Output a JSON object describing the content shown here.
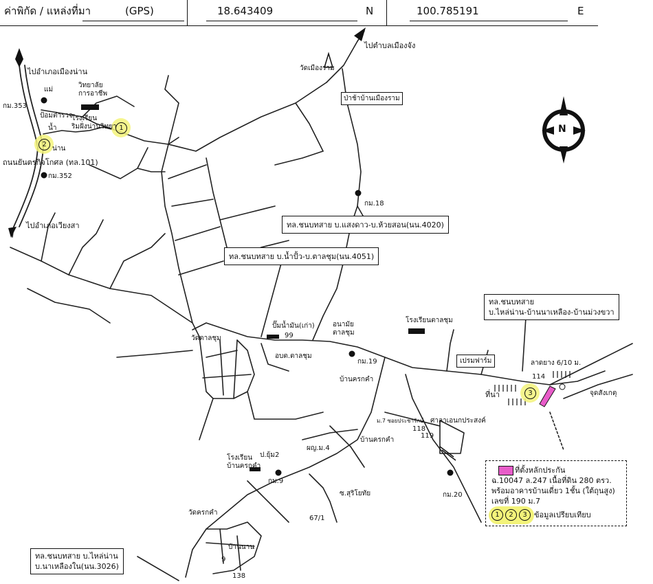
{
  "header": {
    "coord_label": "ค่าพิกัด / แหล่งที่มา",
    "source": "(GPS)",
    "lat": "18.643409",
    "lat_dir": "N",
    "lon": "100.785191",
    "lon_dir": "E"
  },
  "labels": {
    "to_mueang_nan": "ไปอำเภอเมืองน่าน",
    "to_wiang_sa": "ไปอำเภอเวียงสา",
    "to_mueang_chang": "ไปตำบลเมืองจัง",
    "km353": "กม.353",
    "km352": "กม.352",
    "km18": "กม.18",
    "km19": "กม.19",
    "km9": "กม.9",
    "km20": "กม.20",
    "river": "แม่",
    "nan": "น่าน",
    "police": "ป้อมตำรวจ",
    "nam": "น้ำ",
    "college": "วิทยาลัย",
    "college2": "การอาชีพ",
    "school1": "โรงเรียน",
    "school1b": "ริมฝั่งน่านวิทยา",
    "road101": "ถนนยันตรกิจโกศล (ทล.101)",
    "wat_mueang_ram": "วัดเมืองราม",
    "pacha": "ป่าช้าบ้านเมืองราม",
    "gas": "ปั๊มน้ำมัน(เก่า)",
    "wat_tala": "วัดตาลชุม",
    "obt": "อบต.ตาลชุม",
    "no99": "99",
    "health": "อนามัย",
    "health2": "ตาลชุม",
    "school_tala": "โรงเรียนตาลชุม",
    "ban_krok": "บ้านครกคำ",
    "ban_krok2": "บ้านครกคำ",
    "soi": "ม.7 ซอยประชารักษ์",
    "sala": "ศาลาเอนกประสงค์",
    "n118": "118",
    "n119": "119",
    "premfarm": "เปรมฟาร์ม",
    "rubber": "ลาดยาง 6/10 ม.",
    "n114": "114",
    "field": "ที่นา",
    "jut": "จุดสังเกตุ",
    "pub4": "ผญ.ม.4",
    "pub2": "ป.ยุ้ม2",
    "school_krok": "โรงเรียน",
    "school_krok2": "บ้านครกคำ",
    "wat_krok": "วัดครกคำ",
    "ban_nan": "บ้านนาน",
    "suriyo": "ซ.สุริโยทัย",
    "n67": "67/1",
    "n138": "138",
    "n9": "9"
  },
  "boxes": {
    "road4020": "ทล.ชนบทสาย บ.แสงดาว-บ.ห้วยสอน(นน.4020)",
    "road4051": "ทล.ชนบทสาย บ.น้ำปั้ว-บ.ตาลชุม(นน.4051)",
    "road_r1": "ทล.ชนบทสาย",
    "road_r2": "บ.ไหล่น่าน-บ้านนาเหลือง-บ้านม่วงขวา",
    "road3026_1": "ทล.ชนบทสาย บ.ไหล่น่าน",
    "road3026_2": "บ.นาเหลืองใน(นน.3026)"
  },
  "callout": {
    "line1": "ที่ตั้งหลักประกัน",
    "line2": "ฉ.10047 ล.247 เนื้อที่ดิน 280 ตรว.",
    "line3": "พร้อมอาคารบ้านเดี่ยว 1ชั้น (ใต้ถุนสูง)",
    "line4": "เลขที่ 190 ม.7",
    "line5": "ข้อมูลเปรียบเทียบ",
    "n1": "1",
    "n2": "2",
    "n3": "3"
  },
  "markers": {
    "m1": "1",
    "m2": "2",
    "m3": "3"
  },
  "compass": {
    "letter": "N"
  },
  "colors": {
    "highlight": "#f3f37a",
    "property": "#e85cc9",
    "ink": "#111111"
  }
}
